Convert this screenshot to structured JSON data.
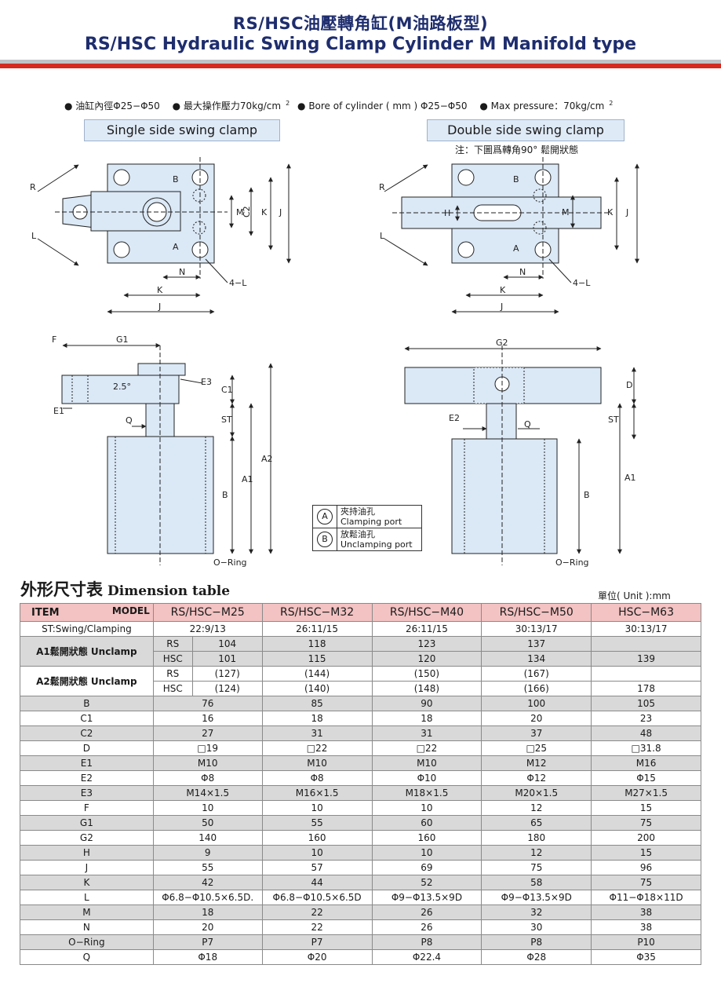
{
  "header": {
    "title_cn": "RS/HSC油壓轉角缸(M油路板型)",
    "title_en": "RS/HSC Hydraulic Swing Clamp Cylinder M Manifold type"
  },
  "spec": {
    "s1": "油缸內徑Φ25−Φ50",
    "s2": "最大操作壓力70kg/cm",
    "s3": "Bore of cylinder ( mm ) Φ25−Φ50",
    "s4": "Max pressure：70kg/cm",
    "sup": "2"
  },
  "labels": {
    "single": "Single side swing clamp",
    "double": "Double side swing clamp",
    "note": "注：下圖爲轉角90°  鬆開狀態"
  },
  "dims": {
    "R": "R",
    "L": "L",
    "N": "N",
    "K": "K",
    "J": "J",
    "M": "M",
    "C2": "C2",
    "H": "H",
    "fourL": "4−L",
    "A": "A",
    "B": "B",
    "F": "F",
    "G1": "G1",
    "G2": "G2",
    "E1": "E1",
    "E2": "E2",
    "E3": "E3",
    "C1": "C1",
    "D": "D",
    "ST": "ST",
    "Q": "Q",
    "A1": "A1",
    "A2": "A2",
    "angle": "2.5°",
    "oring": "O−Ring"
  },
  "legend": {
    "a_sym": "A",
    "a_cn": "夾持油孔",
    "a_en": "Clamping port",
    "b_sym": "B",
    "b_cn": "放鬆油孔",
    "b_en": "Unclamping port"
  },
  "table": {
    "title_cn": "外形尺寸表",
    "title_en": "Dimension table",
    "unit": "單位( Unit ):mm",
    "item": "ITEM",
    "model": "MODEL",
    "models": [
      "RS/HSC−M25",
      "RS/HSC−M32",
      "RS/HSC−M40",
      "RS/HSC−M50",
      "HSC−M63"
    ],
    "st_label": "ST:Swing/Clamping",
    "st": [
      "22:9/13",
      "26:11/15",
      "26:11/15",
      "30:13/17",
      "30:13/17"
    ],
    "a1_label": "A1鬆開狀態 Unclamp",
    "a2_label": "A2鬆開狀態 Unclamp",
    "rs": "RS",
    "hsc": "HSC",
    "a1_rs": [
      "104",
      "118",
      "123",
      "137",
      ""
    ],
    "a1_hsc": [
      "101",
      "115",
      "120",
      "134",
      "139"
    ],
    "a2_rs": [
      "(127)",
      "(144)",
      "(150)",
      "(167)",
      ""
    ],
    "a2_hsc": [
      "(124)",
      "(140)",
      "(148)",
      "(166)",
      "178"
    ],
    "rows": [
      {
        "k": "B",
        "v": [
          "76",
          "85",
          "90",
          "100",
          "105"
        ]
      },
      {
        "k": "C1",
        "v": [
          "16",
          "18",
          "18",
          "20",
          "23"
        ]
      },
      {
        "k": "C2",
        "v": [
          "27",
          "31",
          "31",
          "37",
          "48"
        ]
      },
      {
        "k": "D",
        "v": [
          "□19",
          "□22",
          "□22",
          "□25",
          "□31.8"
        ]
      },
      {
        "k": "E1",
        "v": [
          "M10",
          "M10",
          "M10",
          "M12",
          "M16"
        ]
      },
      {
        "k": "E2",
        "v": [
          "Φ8",
          "Φ8",
          "Φ10",
          "Φ12",
          "Φ15"
        ]
      },
      {
        "k": "E3",
        "v": [
          "M14×1.5",
          "M16×1.5",
          "M18×1.5",
          "M20×1.5",
          "M27×1.5"
        ]
      },
      {
        "k": "F",
        "v": [
          "10",
          "10",
          "10",
          "12",
          "15"
        ]
      },
      {
        "k": "G1",
        "v": [
          "50",
          "55",
          "60",
          "65",
          "75"
        ]
      },
      {
        "k": "G2",
        "v": [
          "140",
          "160",
          "160",
          "180",
          "200"
        ]
      },
      {
        "k": "H",
        "v": [
          "9",
          "10",
          "10",
          "12",
          "15"
        ]
      },
      {
        "k": "J",
        "v": [
          "55",
          "57",
          "69",
          "75",
          "96"
        ]
      },
      {
        "k": "K",
        "v": [
          "42",
          "44",
          "52",
          "58",
          "75"
        ]
      },
      {
        "k": "L",
        "v": [
          "Φ6.8−Φ10.5×6.5D.",
          "Φ6.8−Φ10.5×6.5D",
          "Φ9−Φ13.5×9D",
          "Φ9−Φ13.5×9D",
          "Φ11−Φ18×11D"
        ]
      },
      {
        "k": "M",
        "v": [
          "18",
          "22",
          "26",
          "32",
          "38"
        ]
      },
      {
        "k": "N",
        "v": [
          "20",
          "22",
          "26",
          "30",
          "38"
        ]
      },
      {
        "k": "O−Ring",
        "v": [
          "P7",
          "P7",
          "P8",
          "P8",
          "P10"
        ]
      },
      {
        "k": "Q",
        "v": [
          "Φ18",
          "Φ20",
          "Φ22.4",
          "Φ28",
          "Φ35"
        ]
      }
    ]
  }
}
